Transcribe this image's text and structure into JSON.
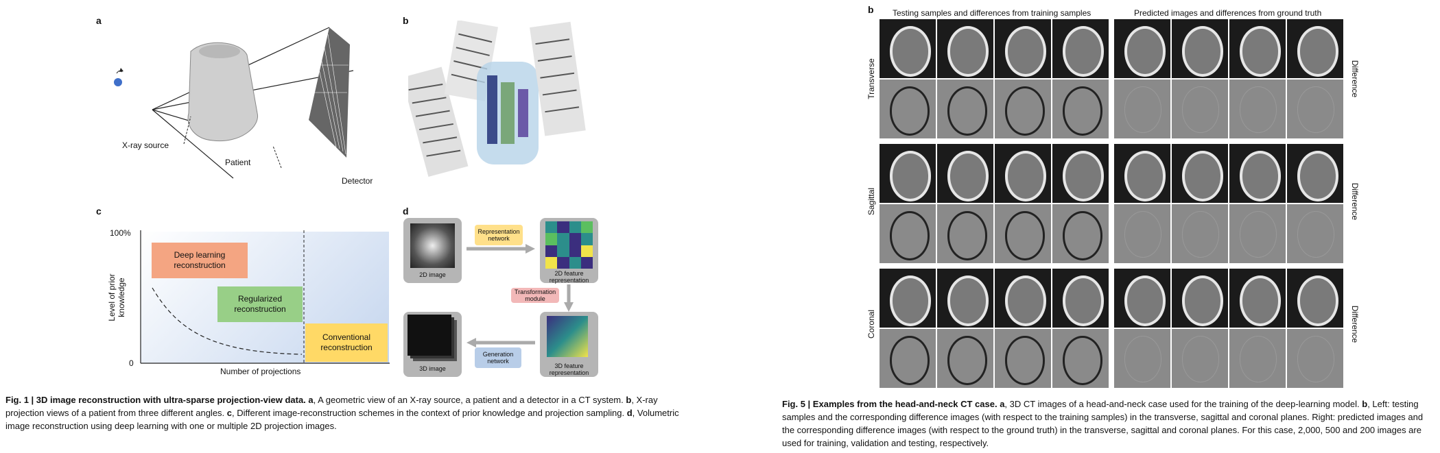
{
  "fig1": {
    "panel_a": "a",
    "panel_b": "b",
    "panel_c": "c",
    "panel_d": "d",
    "a_labels": {
      "source": "X-ray source",
      "patient": "Patient",
      "detector": "Detector"
    },
    "c_chart": {
      "y_top": "100%",
      "y_zero": "0",
      "ylabel": "Level of prior knowledge",
      "xlabel": "Number of projections",
      "box1": "Deep learning reconstruction",
      "box2": "Regularized reconstruction",
      "box3": "Conventional reconstruction"
    },
    "d_flow": {
      "img2d": "2D image",
      "rep_net": "Representation network",
      "feat2d": "2D feature representation",
      "trans": "Transformation module",
      "feat3d": "3D feature representation",
      "gen_net": "Generation network",
      "img3d": "3D image"
    },
    "caption": {
      "title": "Fig. 1 | 3D image reconstruction with ultra-sparse projection-view data.",
      "a_key": "a",
      "a_text": ", A geometric view of an X-ray source, a patient and a detector in a CT system.",
      "b_key": "b",
      "b_text": ", X-ray projection views of a patient from three different angles.",
      "c_key": "c",
      "c_text": ", Different image-reconstruction schemes in the context of prior knowledge and projection sampling.",
      "d_key": "d",
      "d_text": ", Volumetric image reconstruction using deep learning with one or multiple 2D projection images."
    }
  },
  "fig5": {
    "panel_b": "b",
    "col_left": "Testing samples and differences from training samples",
    "col_right": "Predicted images and differences from ground truth",
    "rows": [
      "Transverse",
      "Sagittal",
      "Coronal"
    ],
    "right_label": "Difference",
    "caption": {
      "title": "Fig. 5 | Examples from the head-and-neck CT case.",
      "a_key": "a",
      "a_text": ", 3D CT images of a head-and-neck case used for the training of the deep-learning model.",
      "b_key": "b",
      "b_text": ", Left: testing samples and the corresponding difference images (with respect to the training samples) in the transverse, sagittal and coronal planes. Right: predicted images and the corresponding difference images (with respect to the ground truth) in the transverse, sagittal and coronal planes. For this case, 2,000, 500 and 200 images are used for training, validation and testing, respectively."
    }
  },
  "colors": {
    "deep_learning": "#f4a582",
    "regularized": "#98cf87",
    "conventional": "#ffd966",
    "chart_bg": "#c9d8ef",
    "source_dot": "#3f6fc9",
    "rep_net": "#ffe08a",
    "trans": "#f2b8b8",
    "gen_net": "#b8cde8"
  }
}
